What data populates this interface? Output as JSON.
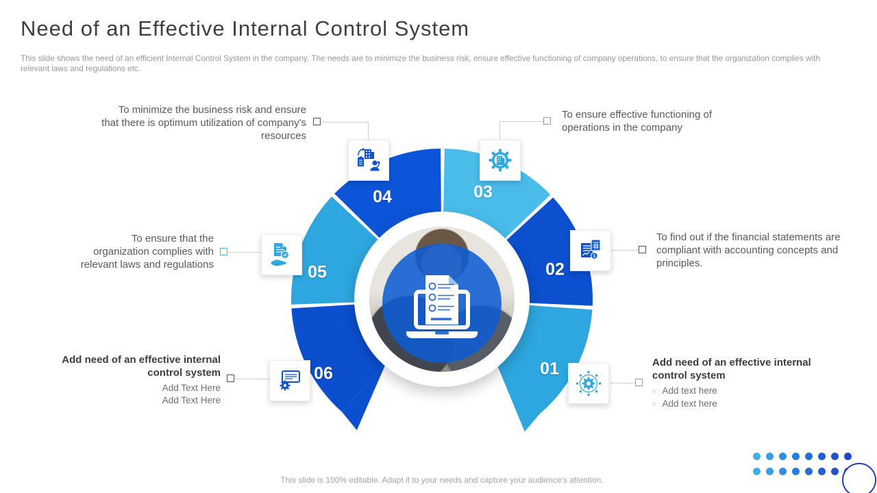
{
  "slide": {
    "title": "Need of an Effective Internal Control System",
    "description": "This slide shows the need of an efficient Internal Control System in the company. The needs are to minimize the business risk, ensure effective functioning of company operations, to ensure that the organization complies with relevant laws and regulations etc.",
    "footer": "This slide is 100% editable. Adapt it to your needs and capture your audience's attention."
  },
  "palette": {
    "dark_blue": "#0d52d1",
    "light_blue": "#2fa8e0",
    "center_overlay_blue": "#0d5cd2",
    "connector_dark": "#44546a",
    "connector_light": "#54b0e2"
  },
  "diagram": {
    "center_icon": "laptop-checklist-icon",
    "segments": [
      {
        "number": "01",
        "position": "bottom-right",
        "color": "#2ea7e0",
        "icon": "gear-network-icon"
      },
      {
        "number": "02",
        "position": "right",
        "color": "#0c50cf",
        "icon": "financial-statement-icon"
      },
      {
        "number": "03",
        "position": "top-right",
        "color": "#49bcea",
        "icon": "gear-building-icon"
      },
      {
        "number": "04",
        "position": "top-left",
        "color": "#0d55d8",
        "icon": "resource-management-icon"
      },
      {
        "number": "05",
        "position": "left",
        "color": "#2ea7e0",
        "icon": "compliance-document-icon"
      },
      {
        "number": "06",
        "position": "bottom-left",
        "color": "#0c4fce",
        "icon": "certificate-gear-icon"
      }
    ]
  },
  "callouts": {
    "top_left": {
      "text": "To minimize the business risk and ensure that there is optimum utilization of company's resources"
    },
    "top_right": {
      "text": "To ensure effective functioning of operations in the company"
    },
    "mid_left": {
      "text": "To ensure that the organization complies with relevant laws and regulations"
    },
    "mid_right": {
      "text": "To find out if the financial statements are compliant with accounting concepts and principles."
    },
    "bottom_left": {
      "title": "Add need of an effective internal control system",
      "items": [
        "Add Text Here",
        "Add Text Here"
      ]
    },
    "bottom_right": {
      "title": "Add need of an effective internal control system",
      "items": [
        "Add text here",
        "Add text here"
      ]
    }
  }
}
